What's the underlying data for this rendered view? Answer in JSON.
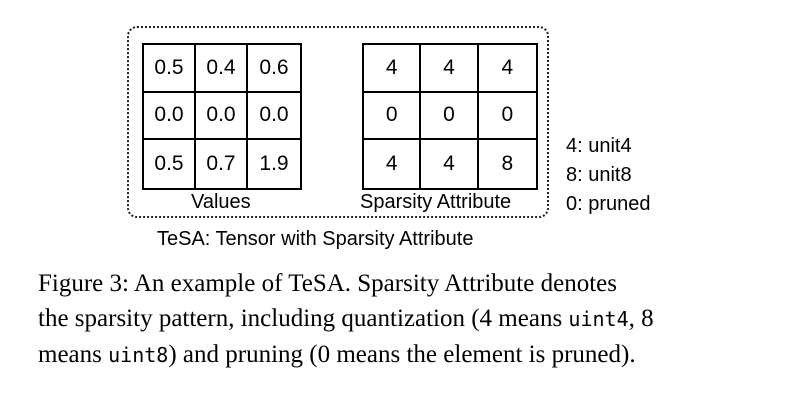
{
  "figure": {
    "values_grid": [
      [
        "0.5",
        "0.4",
        "0.6"
      ],
      [
        "0.0",
        "0.0",
        "0.0"
      ],
      [
        "0.5",
        "0.7",
        "1.9"
      ]
    ],
    "sparsity_grid": [
      [
        "4",
        "4",
        "4"
      ],
      [
        "0",
        "0",
        "0"
      ],
      [
        "4",
        "4",
        "8"
      ]
    ],
    "values_label": "Values",
    "sparsity_label": "Sparsity Attribute",
    "tesa_label": "TeSA: Tensor with Sparsity Attribute",
    "legend": [
      "4: unit4",
      "8: unit8",
      "0: pruned"
    ]
  },
  "caption": {
    "line1": "Figure 3:  An example of TeSA. Sparsity Attribute denotes",
    "line2_a": "the sparsity pattern, including quantization (4 means ",
    "line2_code": "uint4",
    "line2_b": ", 8",
    "line3_a": "means ",
    "line3_code": "uint8",
    "line3_b": ") and pruning (0 means the element is pruned)."
  }
}
